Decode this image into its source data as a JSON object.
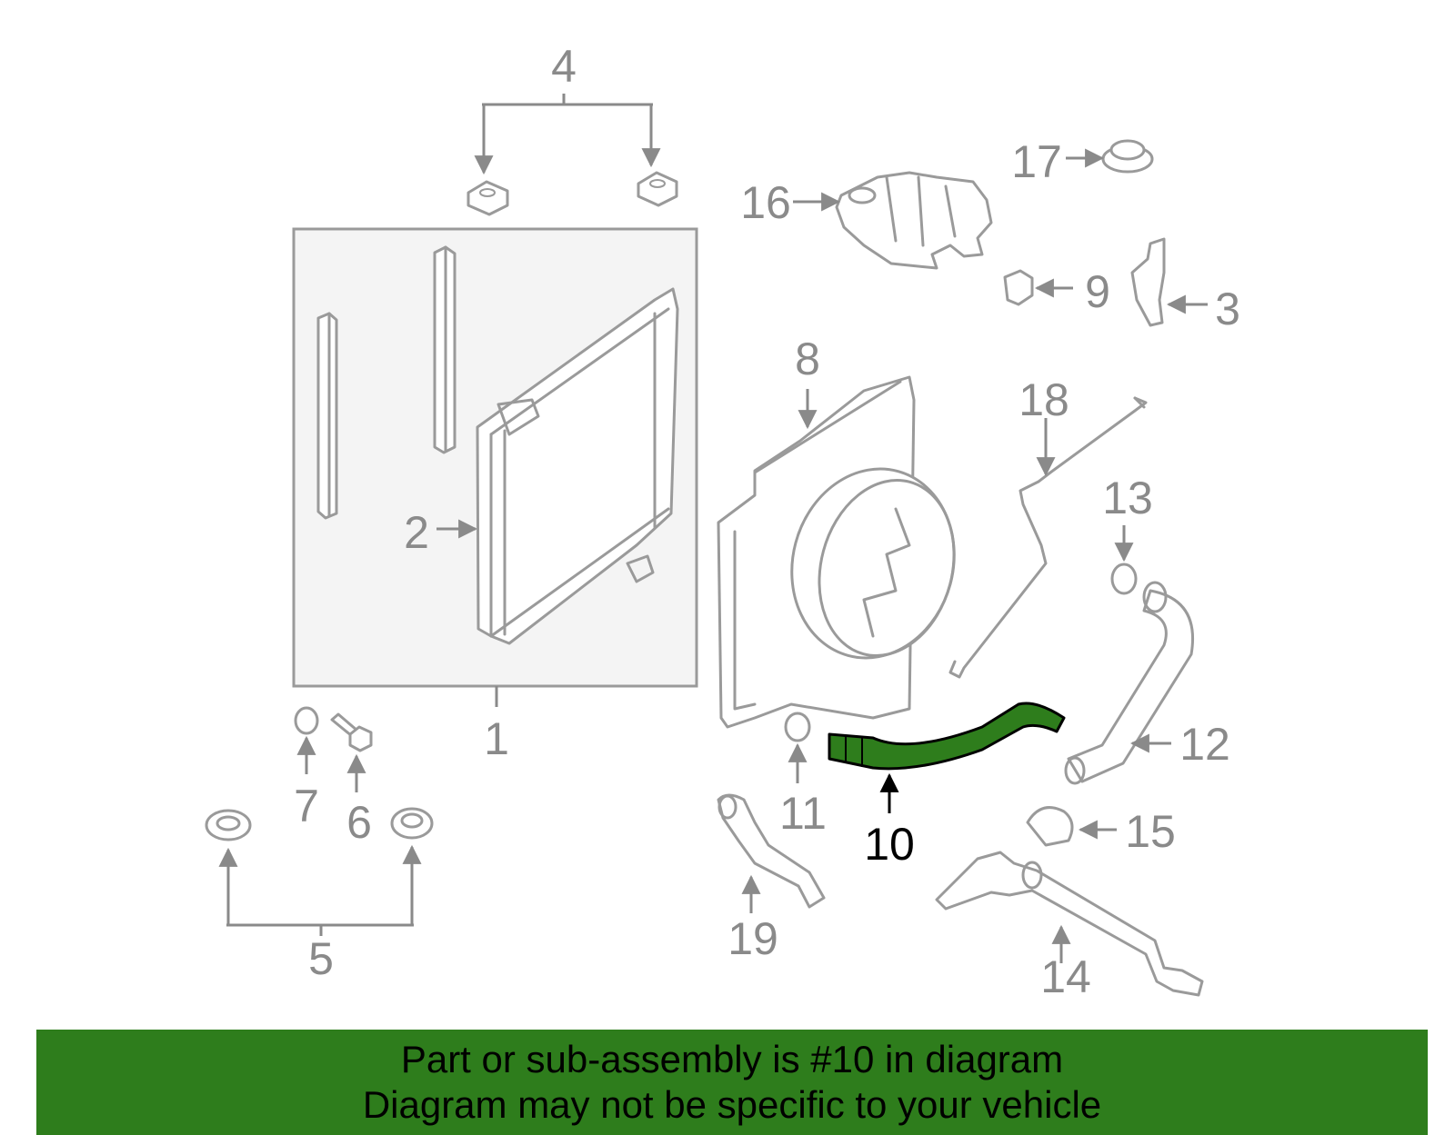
{
  "diagram": {
    "highlighted_part": "10",
    "highlight_color": "#2e7d1c",
    "callouts": [
      "1",
      "2",
      "3",
      "4",
      "5",
      "6",
      "7",
      "8",
      "9",
      "10",
      "11",
      "12",
      "13",
      "14",
      "15",
      "16",
      "17",
      "18",
      "19"
    ]
  },
  "banner": {
    "line1": "Part or sub-assembly is #10 in diagram",
    "line2": "Diagram may not be specific to your vehicle",
    "background": "#2e7d1c"
  }
}
